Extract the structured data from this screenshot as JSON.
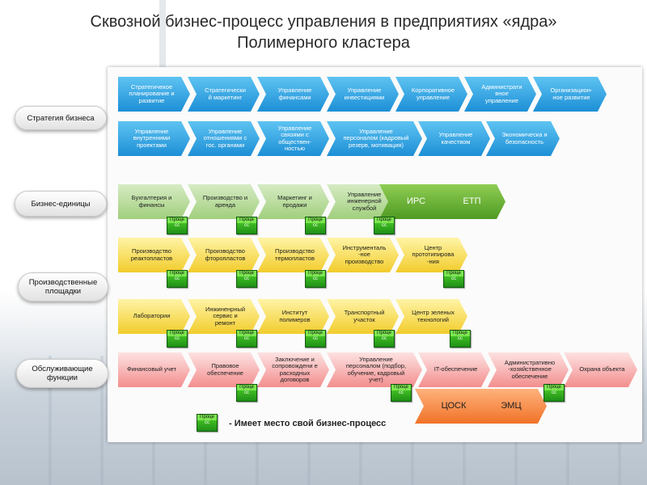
{
  "title": {
    "line1": "Сквозной бизнес-процесс управления в предприятиях «ядра»",
    "line2": "Полимерного кластера"
  },
  "categories": [
    {
      "id": "strategy",
      "label": "Стратегия бизнеса"
    },
    {
      "id": "business_units",
      "label": "Бизнес-единицы"
    },
    {
      "id": "production",
      "label": "Производственные площадки"
    },
    {
      "id": "service",
      "label": "Обслуживающие функции"
    }
  ],
  "rows": [
    {
      "category": "strategy",
      "color": "blue",
      "items": [
        "Стратегичекое планирование и развитие",
        "Стратегически й маркетинг",
        "Управление финансами",
        "Управление инвестициями",
        "Корпоративное управление",
        "Администрати вное управление",
        "Организацион-ное развитие"
      ]
    },
    {
      "category": "strategy",
      "color": "blue",
      "items": [
        "Управление внутренними проектами",
        "Управление отношениями с гос. органами",
        "Управление связями с обществен-ностью",
        "Управление персоналом (кадровый резерв, мотивация)",
        "Управление качеством",
        "Экономическа я безопасность"
      ]
    },
    {
      "category": "business_units",
      "color": "green",
      "items": [
        "Бухгалтерия и финансы",
        "Производство и аренда",
        "Маркетинг и продажи",
        "Управление инженерной службой",
        "ИРС",
        "ЕТП"
      ]
    },
    {
      "category": "production",
      "color": "yellow",
      "items": [
        "Производство реактопластов",
        "Производство фторопластов",
        "Производство термопластов",
        "Инструменталь -ное производство",
        "Центр прототипирова -ния"
      ]
    },
    {
      "category": "production",
      "color": "yellow",
      "items": [
        "Лаборатории",
        "Инжиненрный сервис и ремонт",
        "Институт полимеров",
        "Транспортный участок",
        "Центр зеленых технологий"
      ]
    },
    {
      "category": "service",
      "color": "pink",
      "items": [
        "Финансовый учет",
        "Правовое обеспечение",
        "Заключение и сопровождени е расходных договоров",
        "Управление персоналом (подбор, обучение, кадровый учет)",
        "IT-обеспечение",
        "Административно -хозяйственное обеспечение",
        "Охрана объекта"
      ]
    },
    {
      "category": "service",
      "color": "orange",
      "items": [
        "ЦОСК",
        "ЭМЦ"
      ]
    }
  ],
  "process_badge": {
    "line1": "Проце",
    "line2": "сс"
  },
  "legend": {
    "text": "- Имеет место свой бизнес-процесс"
  }
}
